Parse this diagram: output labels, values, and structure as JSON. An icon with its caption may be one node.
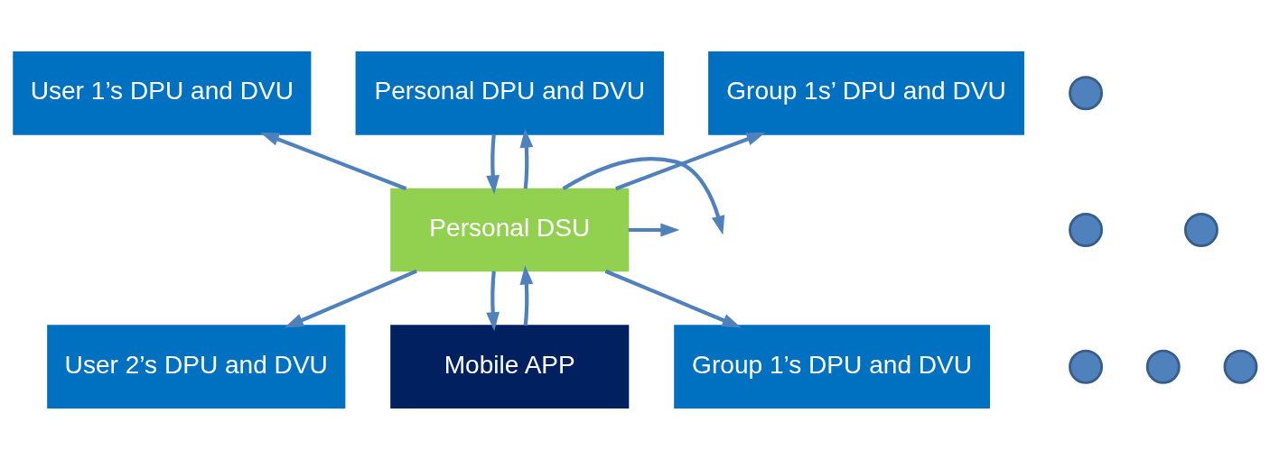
{
  "diagram": {
    "nodes": [
      {
        "text": [
          "User 1’s DPU and DVU"
        ]
      },
      {
        "text": [
          "Personal DPU and DVU"
        ]
      },
      {
        "text": [
          "Group 1s’ DPU and DVU"
        ]
      },
      {
        "text": [],
        "shape": "circle"
      },
      {
        "text": [],
        "shape": "circle"
      },
      {
        "text": [
          "Personal DSU"
        ]
      },
      {
        "text": [],
        "shape": "circle"
      },
      {
        "text": [],
        "shape": "circle"
      },
      {
        "text": [],
        "shape": "circle"
      },
      {
        "text": [],
        "shape": "circle"
      },
      {
        "text": [
          "User 2’s DPU and DVU"
        ]
      },
      {
        "text": [
          "Mobile APP"
        ]
      },
      {
        "text": [
          "Group 1’s DPU and DVU"
        ]
      }
    ],
    "edges": [
      {
        "from": 5,
        "to": 0,
        "arrow": "to"
      },
      {
        "from": 5,
        "to": null,
        "arrow": "to"
      },
      {
        "from": 5,
        "to": 10,
        "arrow": "to"
      },
      {
        "from": 1,
        "to": 5,
        "arrow": "to"
      },
      {
        "from": 5,
        "to": 1,
        "arrow": "to"
      },
      {
        "from": 5,
        "to": 2,
        "arrow": "to"
      },
      {
        "from": 5,
        "to": null,
        "arrow": "to"
      },
      {
        "from": 5,
        "to": 12,
        "arrow": "to"
      },
      {
        "from": 11,
        "to": 5,
        "arrow": "to"
      },
      {
        "from": 5,
        "to": 11,
        "arrow": "to"
      }
    ]
  }
}
